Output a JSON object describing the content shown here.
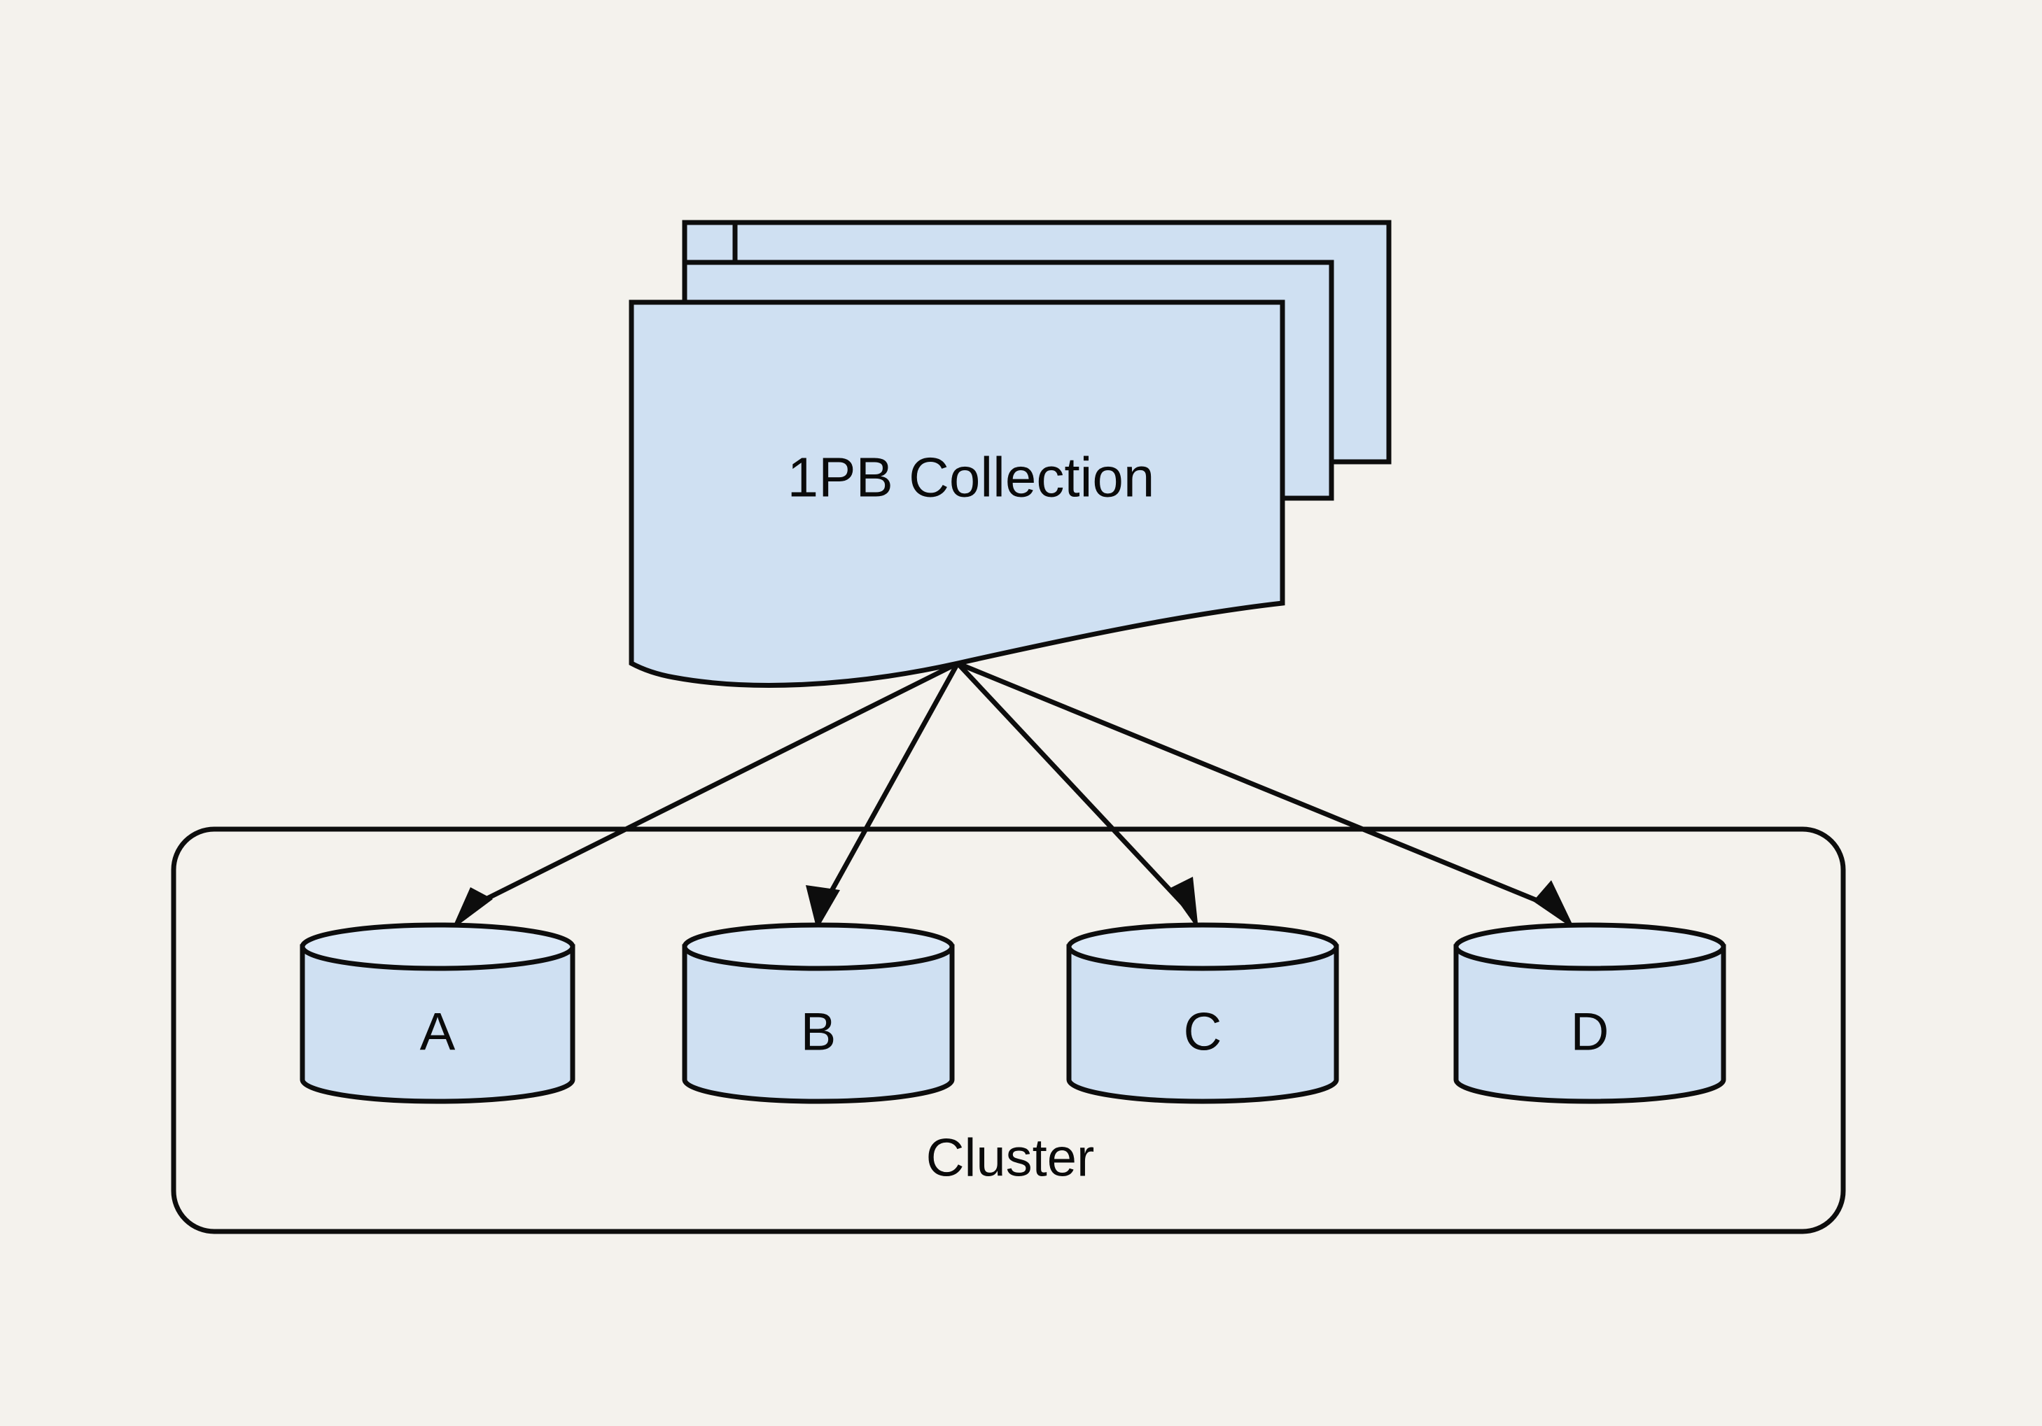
{
  "diagram": {
    "title_shape": {
      "name": "collection-stack",
      "label": "1PB Collection",
      "shape": "stacked-document",
      "copies": 3,
      "fill_color": "#cfe0f2",
      "stroke_color": "#0d0d0d"
    },
    "container": {
      "name": "cluster-boundary",
      "label": "Cluster",
      "shape": "rounded-rectangle",
      "stroke_color": "#0d0d0d",
      "fill_color": "none"
    },
    "nodes": [
      {
        "id": "a",
        "label": "A",
        "shape": "cylinder",
        "fill_color": "#cfe0f2"
      },
      {
        "id": "b",
        "label": "B",
        "shape": "cylinder",
        "fill_color": "#cfe0f2"
      },
      {
        "id": "c",
        "label": "C",
        "shape": "cylinder",
        "fill_color": "#cfe0f2"
      },
      {
        "id": "d",
        "label": "D",
        "shape": "cylinder",
        "fill_color": "#cfe0f2"
      }
    ],
    "edges": [
      {
        "from": "collection-stack",
        "to": "a",
        "style": "solid",
        "arrow": "end"
      },
      {
        "from": "collection-stack",
        "to": "b",
        "style": "solid",
        "arrow": "end"
      },
      {
        "from": "collection-stack",
        "to": "c",
        "style": "solid",
        "arrow": "end"
      },
      {
        "from": "collection-stack",
        "to": "d",
        "style": "solid",
        "arrow": "end"
      }
    ],
    "background_color": "#f4f2ed"
  }
}
